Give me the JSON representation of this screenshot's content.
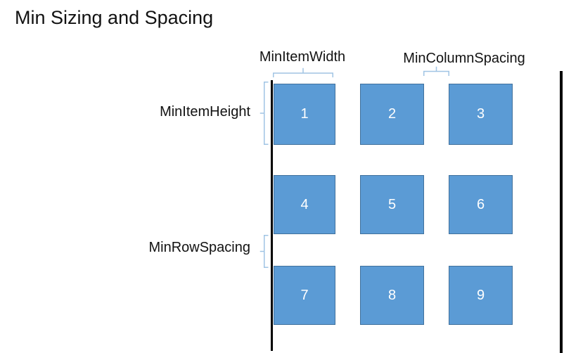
{
  "title": "Min Sizing and Spacing",
  "diagram": {
    "labels": {
      "min_item_width": "MinItemWidth",
      "min_column_spacing": "MinColumnSpacing",
      "min_item_height": "MinItemHeight",
      "min_row_spacing": "MinRowSpacing"
    },
    "grid_items": [
      "1",
      "2",
      "3",
      "4",
      "5",
      "6",
      "7",
      "8",
      "9"
    ],
    "colors": {
      "item_fill": "#5B9BD5",
      "item_border": "#41719C",
      "brace": "#A0C4E4",
      "guide_line": "#000000",
      "item_number_text": "#FFFFFF"
    }
  }
}
